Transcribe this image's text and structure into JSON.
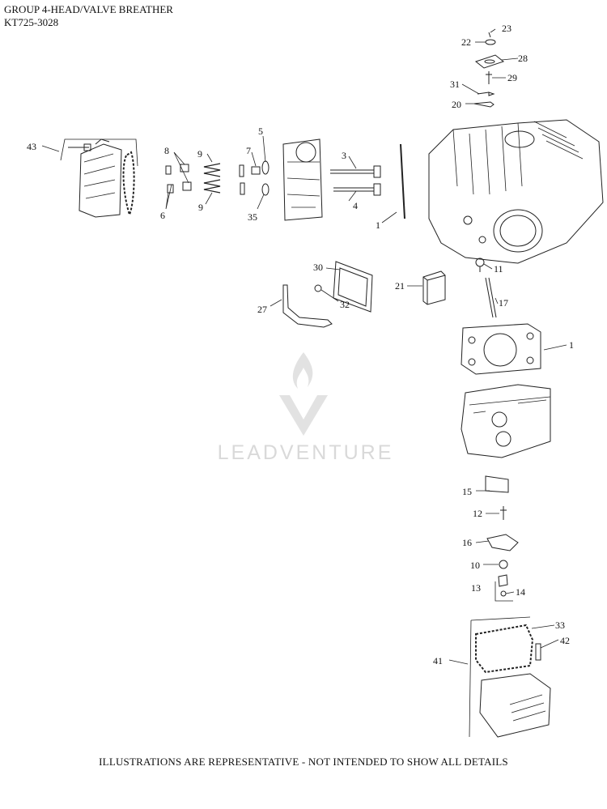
{
  "header": {
    "title": "GROUP 4-HEAD/VALVE BREATHER",
    "model": "KT725-3028"
  },
  "footer": "ILLUSTRATIONS ARE REPRESENTATIVE - NOT INTENDED TO SHOW ALL DETAILS",
  "watermark": "LEADVENTURE",
  "callouts": [
    "43",
    "8",
    "6",
    "9",
    "9",
    "7",
    "5",
    "35",
    "3",
    "4",
    "1",
    "23",
    "22",
    "28",
    "29",
    "31",
    "20",
    "11",
    "21",
    "30",
    "32",
    "27",
    "17",
    "1",
    "15",
    "12",
    "16",
    "10",
    "13",
    "14",
    "33",
    "42",
    "41"
  ],
  "colors": {
    "line": "#222222",
    "watermark": "#d9d9d9"
  }
}
